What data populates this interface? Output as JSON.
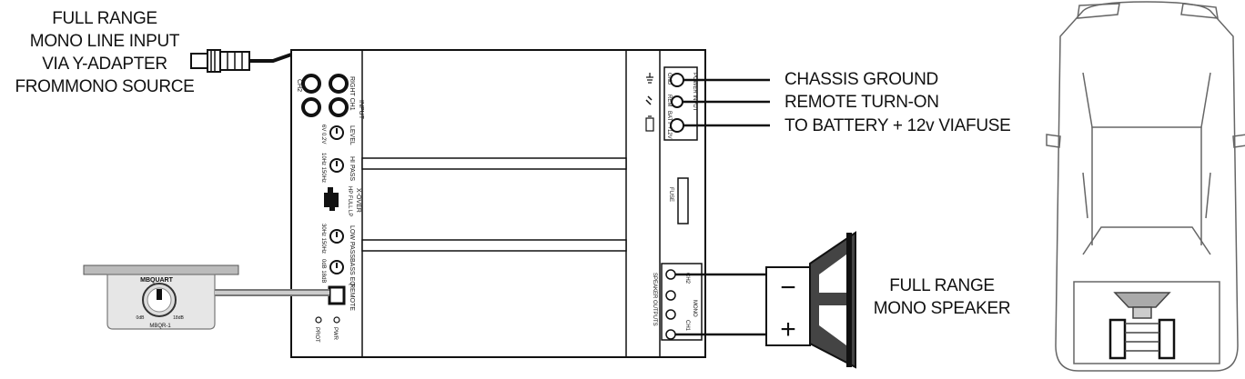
{
  "source_label": {
    "lines": [
      "FULL RANGE",
      "MONO LINE INPUT",
      "VIA Y-ADAPTER",
      "FROMMONO SOURCE"
    ]
  },
  "power_labels": {
    "ground": "CHASSIS GROUND",
    "remote": "REMOTE TURN-ON",
    "battery": "TO BATTERY + 12v VIAFUSE"
  },
  "speaker_label": {
    "lines": [
      "FULL RANGE",
      "MONO SPEAKER"
    ]
  },
  "speaker_polarity": {
    "negative": "−",
    "positive": "+"
  },
  "amp_panel": {
    "ch2": "CH2",
    "ch1": "RIGHT CH1",
    "input": "INPUT",
    "level": "LEVEL",
    "level_range": "6V  0.2V",
    "hi_pass": "HI PASS",
    "hi_pass_range": "10Hz  150Hz",
    "xover": "X-OVER",
    "xover_modes": "HP  FULL  LP",
    "low_pass": "LOW PASS",
    "low_pass_range": "30Hz  150Hz",
    "bass_eq": "BASS EQ",
    "bass_eq_range": "0dB  18dB",
    "remote": "REMOTE",
    "pwr": "PWR",
    "prot": "PROT",
    "gnd": "GND",
    "rem": "REM",
    "batt": "BATT +12V",
    "power_input": "POWER INPUT",
    "fuse": "FUSE",
    "speaker_outputs": "SPEAKER OUTPUTS",
    "out_ch2": "CH2",
    "out_ch1": "CH1",
    "out_mono": "MONO"
  },
  "remote_knob": {
    "brand": "MBQUART",
    "min": "0dB",
    "max": "18dB",
    "model": "MBQR-1"
  }
}
